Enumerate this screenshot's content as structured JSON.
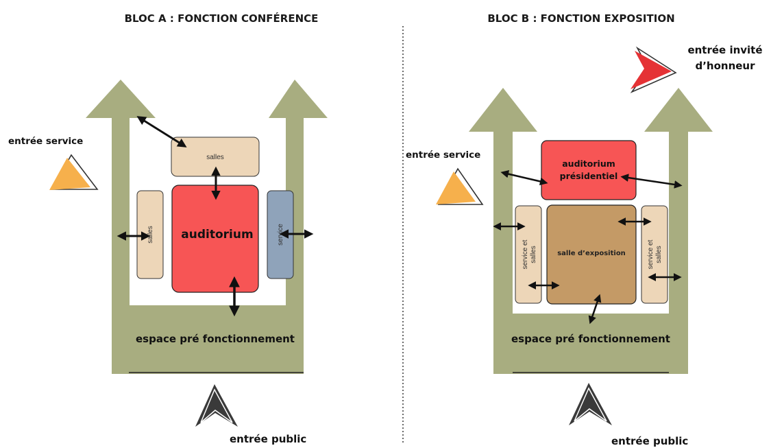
{
  "bloc_a": {
    "title": "BLOC A : FONCTION CONFÉRENCE",
    "entree_service": "entrée service",
    "salles_top": "salles",
    "salles_left": "salles",
    "auditorium": "auditorium",
    "service": "service",
    "espace": "espace pré fonctionnement",
    "entree_public": "entrée public"
  },
  "bloc_b": {
    "title": "BLOC B : FONCTION EXPOSITION",
    "entree_invite_line1": "entrée invité",
    "entree_invite_line2": "d’honneur",
    "entree_service": "entrée service",
    "auditorium_line1": "auditorium",
    "auditorium_line2": "présidentiel",
    "service_salles_left_line1": "service et",
    "service_salles_left_line2": "salles",
    "salle_exposition": "salle d’exposition",
    "service_salles_right_line1": "service et",
    "service_salles_right_line2": "salles",
    "espace": "espace pré fonctionnement",
    "entree_public": "entrée public"
  },
  "colors": {
    "circulation": "#a8ad80",
    "salles": "#edd6b8",
    "auditorium": "#f75555",
    "service": "#8fa3ba",
    "exposition": "#c49a66",
    "entree_service": "#f6b04c",
    "entree_honneur": "#e53235",
    "entree_public": "#3a3a3a"
  }
}
